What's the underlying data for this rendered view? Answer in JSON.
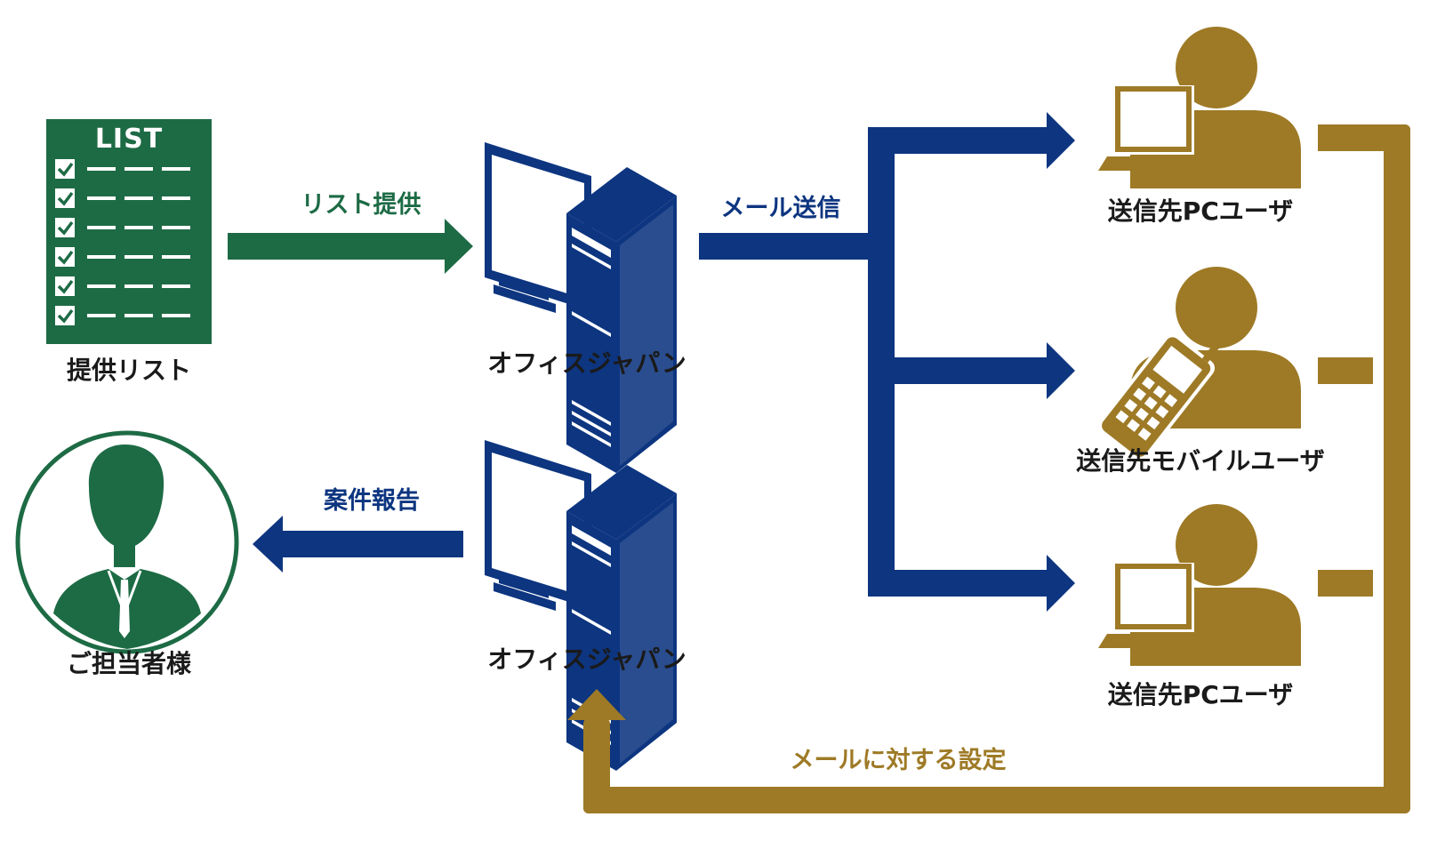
{
  "colors": {
    "green": "#1d6b45",
    "blue": "#0d3580",
    "gold": "#9e7a26",
    "text": "#1a1a1a"
  },
  "nodes": {
    "list_doc": {
      "icon": "list-document-icon",
      "header": "LIST",
      "label": "提供リスト"
    },
    "contact": {
      "icon": "businessman-icon",
      "label": "ご担当者様"
    },
    "server_top": {
      "icon": "desktop-server-icon",
      "label": "オフィスジャパン"
    },
    "server_bottom": {
      "icon": "desktop-server-icon",
      "label": "オフィスジャパン"
    },
    "recipients": [
      {
        "icon": "laptop-user-icon",
        "label": "送信先PCユーザ"
      },
      {
        "icon": "mobile-user-icon",
        "label": "送信先モバイルユーザ"
      },
      {
        "icon": "laptop-user-icon",
        "label": "送信先PCユーザ"
      }
    ]
  },
  "edges": {
    "list_provide": "リスト提供",
    "mail_send": "メール送信",
    "case_report": "案件報告",
    "mail_settings": "メールに対する設定"
  }
}
